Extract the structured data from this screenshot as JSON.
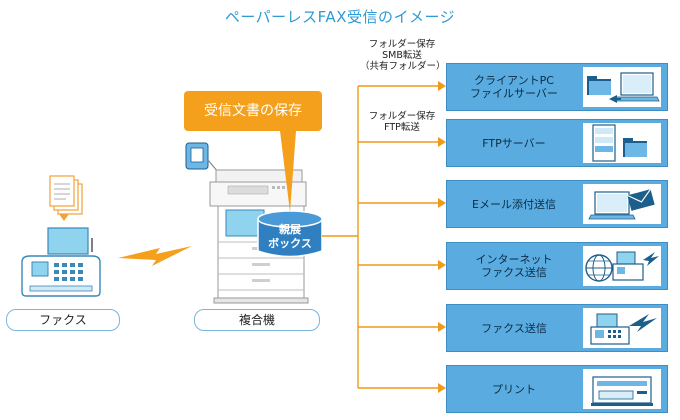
{
  "title": "ペーパーレスFAX受信のイメージ",
  "sources": {
    "fax_label": "ファクス",
    "mfp_label": "複合機"
  },
  "callout": "受信文書の保存",
  "mailbox": "親展\nボックス",
  "route_notes": [
    "フォルダー保存\nSMB転送\n（共有フォルダー）",
    "フォルダー保存\nFTP転送"
  ],
  "destinations": [
    {
      "label": "クライアントPC\nファイルサーバー",
      "icon": "pc-folder-icon"
    },
    {
      "label": "FTPサーバー",
      "icon": "server-folder-icon"
    },
    {
      "label": "Eメール添付送信",
      "icon": "laptop-mail-icon"
    },
    {
      "label": "インターネット\nファクス送信",
      "icon": "globe-fax-icon"
    },
    {
      "label": "ファクス送信",
      "icon": "fax-send-icon"
    },
    {
      "label": "プリント",
      "icon": "printer-icon"
    }
  ],
  "colors": {
    "accent_blue": "#5aace0",
    "orange": "#f4a01c",
    "title_blue": "#2f9bd6"
  }
}
